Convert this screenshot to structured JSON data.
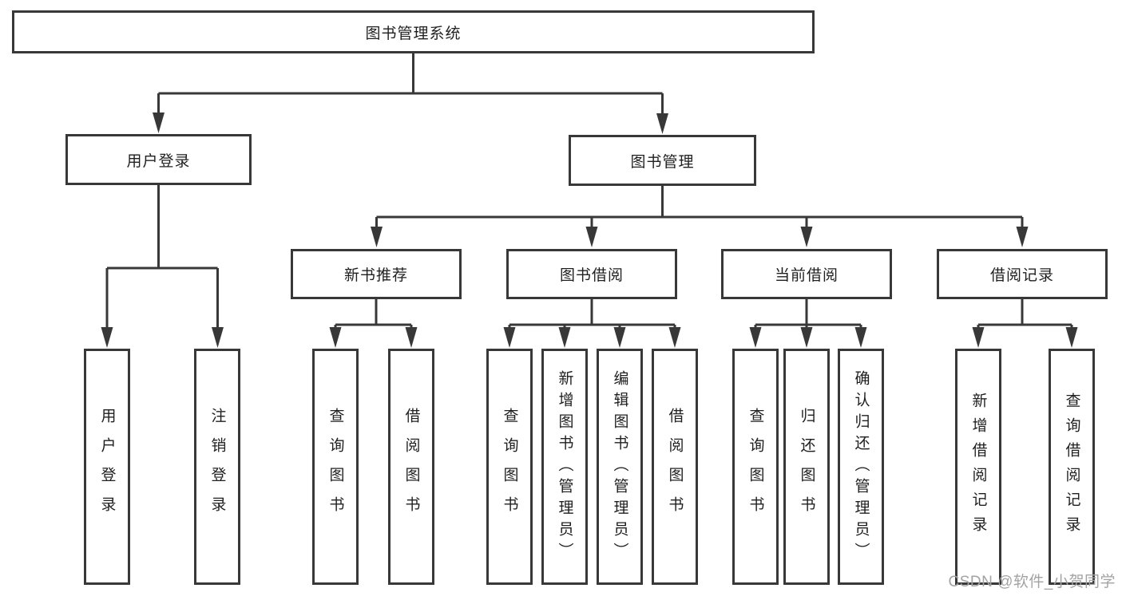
{
  "diagram_title": "图书管理系统",
  "colors": {
    "line": "#383838",
    "box_border": "#383838",
    "text": "#1f1f1f",
    "background": "#ffffff",
    "watermark": "#a3a3a3"
  },
  "nodes": {
    "root": {
      "label": "图书管理系统"
    },
    "level2": [
      {
        "label": "用户登录",
        "parent": "图书管理系统"
      },
      {
        "label": "图书管理",
        "parent": "图书管理系统"
      }
    ],
    "level3": [
      {
        "label": "新书推荐",
        "parent": "图书管理"
      },
      {
        "label": "图书借阅",
        "parent": "图书管理"
      },
      {
        "label": "当前借阅",
        "parent": "图书管理"
      },
      {
        "label": "借阅记录",
        "parent": "图书管理"
      }
    ],
    "leaves": [
      {
        "label": "用户登录",
        "parent": "用户登录"
      },
      {
        "label": "注销登录",
        "parent": "用户登录"
      },
      {
        "label": "查询图书",
        "parent": "新书推荐"
      },
      {
        "label": "借阅图书",
        "parent": "新书推荐"
      },
      {
        "label": "查询图书",
        "parent": "图书借阅"
      },
      {
        "label": "新增图书（管理员）",
        "parent": "图书借阅"
      },
      {
        "label": "编辑图书（管理员）",
        "parent": "图书借阅"
      },
      {
        "label": "借阅图书",
        "parent": "图书借阅"
      },
      {
        "label": "查询图书",
        "parent": "当前借阅"
      },
      {
        "label": "归还图书",
        "parent": "当前借阅"
      },
      {
        "label": "确认归还（管理员）",
        "parent": "当前借阅"
      },
      {
        "label": "新增借阅记录",
        "parent": "借阅记录"
      },
      {
        "label": "查询借阅记录",
        "parent": "借阅记录"
      }
    ]
  },
  "watermark": "CSDN @软件_小贺同学"
}
